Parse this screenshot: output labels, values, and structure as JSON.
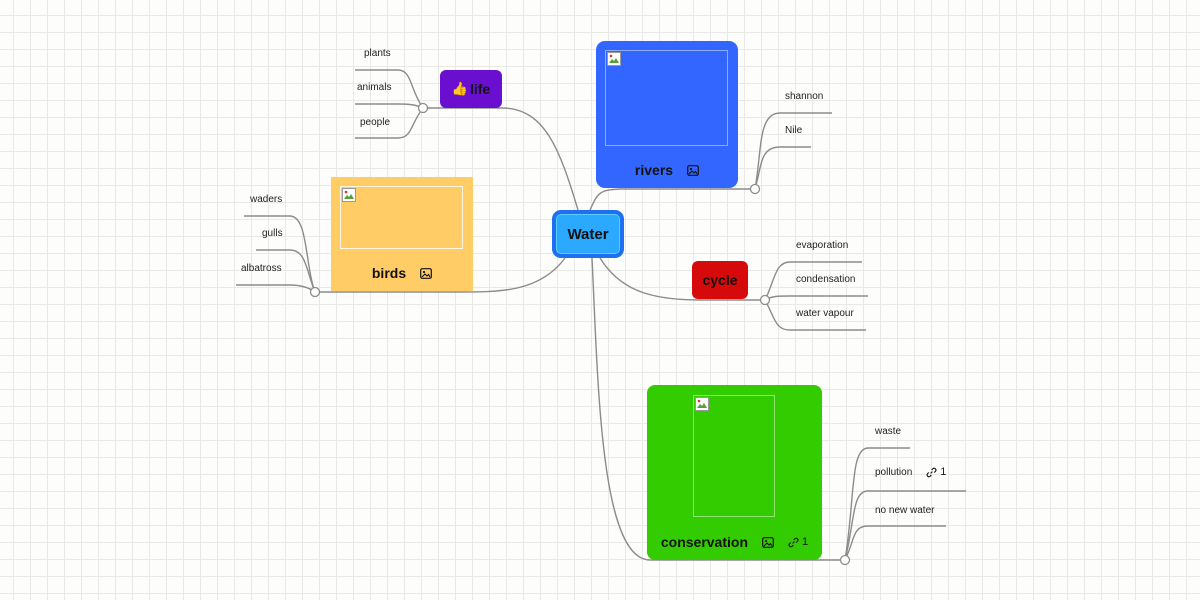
{
  "map": {
    "root": "Water",
    "life": {
      "label": "life",
      "emoji": "👍",
      "children": [
        "plants",
        "animals",
        "people"
      ]
    },
    "birds": {
      "label": "birds",
      "children": [
        "waders",
        "gulls",
        "albatross"
      ]
    },
    "rivers": {
      "label": "rivers",
      "children": [
        "shannon",
        "Nile"
      ]
    },
    "cycle": {
      "label": "cycle",
      "children": [
        "evaporation",
        "condensation",
        "water vapour"
      ]
    },
    "conservation": {
      "label": "conservation",
      "link_count": "1",
      "children": [
        "waste",
        "pollution",
        "no new water"
      ],
      "pollution_link_count": "1"
    }
  },
  "colors": {
    "root": "#2aa9ff",
    "life": "#6a0fcf",
    "birds": "#ffcc66",
    "rivers": "#3366ff",
    "cycle": "#d60a0a",
    "conservation": "#33cc00",
    "connector": "#8c8c8c"
  }
}
